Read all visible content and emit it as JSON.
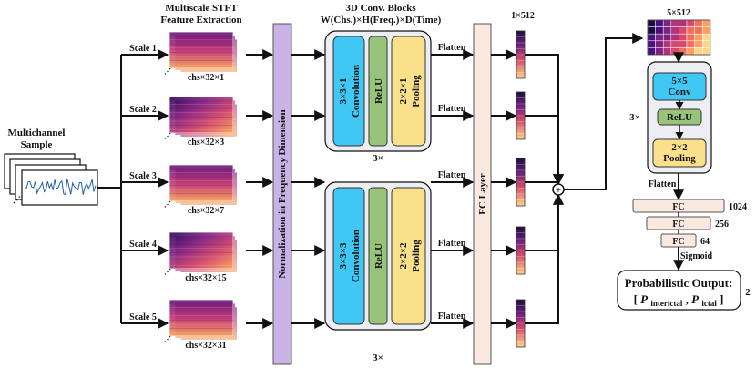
{
  "input": {
    "title_line1": "Multichannel",
    "title_line2": "Sample"
  },
  "stft": {
    "title_line1": "Multiscale STFT",
    "title_line2": "Feature Extraction",
    "scales": [
      {
        "label": "Scale 1",
        "dims": "chs×32×1"
      },
      {
        "label": "Scale 2",
        "dims": "chs×32×3"
      },
      {
        "label": "Scale 3",
        "dims": "chs×32×7"
      },
      {
        "label": "Scale 4",
        "dims": "chs×32×15"
      },
      {
        "label": "Scale 5",
        "dims": "chs×32×31"
      }
    ]
  },
  "norm": {
    "label": "Normalization in Frequency Dimension"
  },
  "conv3d": {
    "title_line1": "3D Conv. Blocks",
    "title_line2": "W(Chs.)×H(Freq.)×D(Time)",
    "blocks": [
      {
        "conv_line1": "3×3×1",
        "conv_line2": "Convolution",
        "relu": "ReLU",
        "pool_line1": "2×2×1",
        "pool_line2": "Pooling",
        "repeat": "3×"
      },
      {
        "conv_line1": "3×3×3",
        "conv_line2": "Convolution",
        "relu": "ReLU",
        "pool_line1": "2×2×2",
        "pool_line2": "Pooling",
        "repeat": "3×"
      }
    ]
  },
  "flatten": {
    "label": "Flatten"
  },
  "fc_layer": {
    "label": "FC Layer"
  },
  "vector": {
    "label": "1×512"
  },
  "fusion": {
    "symbol": "+"
  },
  "matrix": {
    "label": "5×512"
  },
  "conv2d": {
    "conv_line1": "5×5",
    "conv_line2": "Conv",
    "relu": "ReLU",
    "pool_line1": "2×2",
    "pool_line2": "Pooling",
    "repeat": "3×",
    "flatten": "Flatten"
  },
  "fc_stack": [
    {
      "label": "FC",
      "size": "1024"
    },
    {
      "label": "FC",
      "size": "256"
    },
    {
      "label": "FC",
      "size": "64"
    }
  ],
  "sigmoid": "Sigmoid",
  "output": {
    "title": "Probabilistic Output:",
    "left_bracket": "[",
    "p1": "P",
    "p1_sub": "interictal",
    "sep": " , ",
    "p2": "P",
    "p2_sub": "ictal",
    "right_bracket": "]",
    "size": "2"
  },
  "colors": {
    "spec_dark": "#3b0f70",
    "spec_mid": "#b73779",
    "spec_light": "#fc8961",
    "spec_yellow": "#fcfdbf",
    "conv_blue": "#41c7f3",
    "relu_green": "#97c47a",
    "pool_yellow": "#fbe08c",
    "norm_purple": "#c9b3e6",
    "fc_bg": "#fae9e1",
    "block_bg": "#eceef3"
  }
}
